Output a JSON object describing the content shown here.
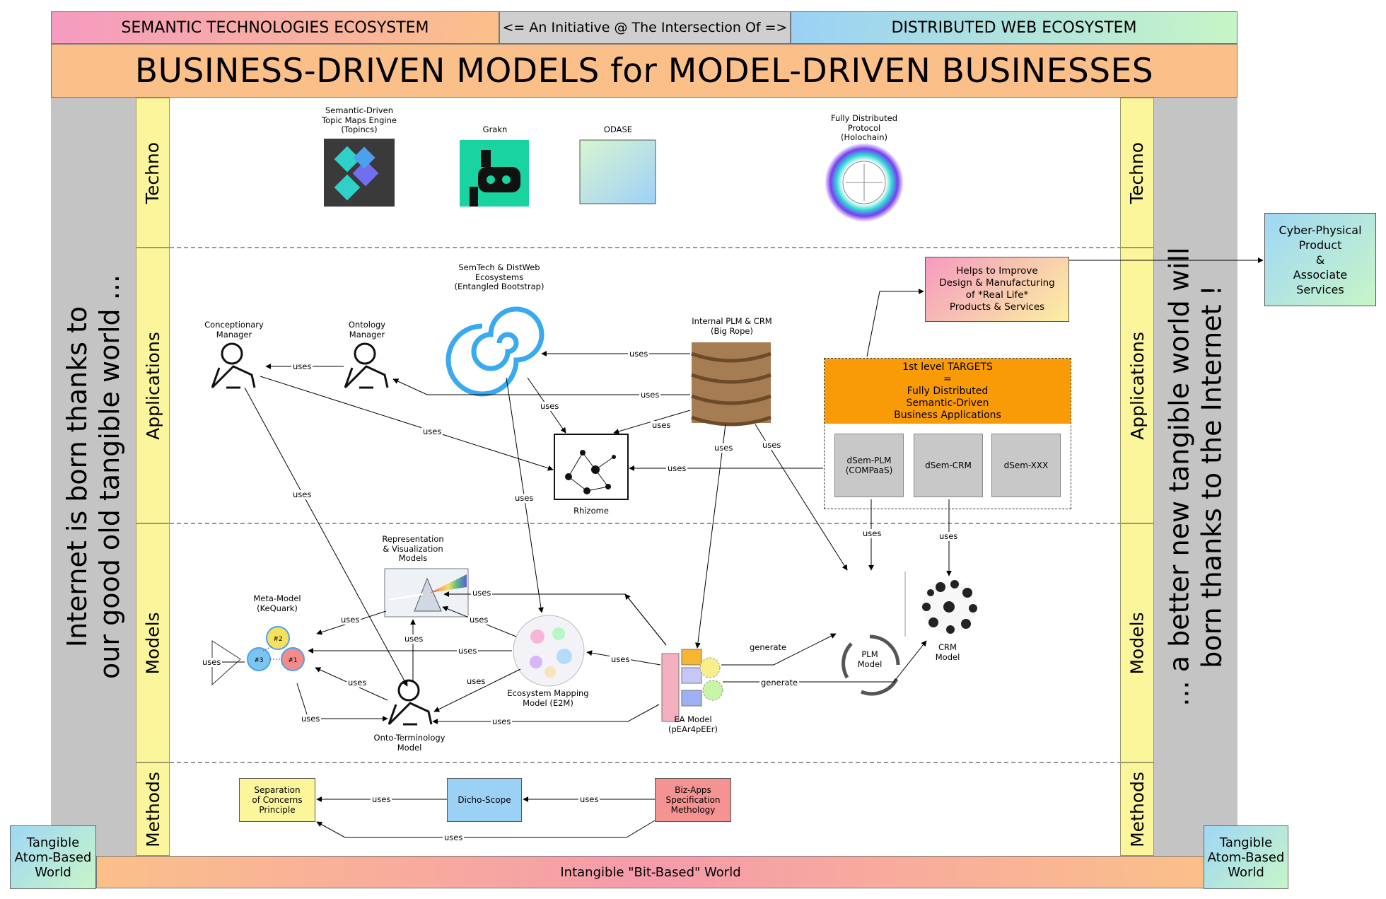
{
  "header": {
    "left": "SEMANTIC TECHNOLOGIES ECOSYSTEM",
    "middle": "<= An Initiative @ The Intersection Of =>",
    "right": "DISTRIBUTED WEB ECOSYSTEM",
    "title": "BUSINESS-DRIVEN MODELS for MODEL-DRIVEN BUSINESSES"
  },
  "sides": {
    "left": "Internet is born thanks to\nour good old tangible world ...",
    "right": "... a better new tangible world will\nborn thanks to the Internet !"
  },
  "lanes": [
    "Techno",
    "Applications",
    "Models",
    "Methods"
  ],
  "footer": {
    "bottom": "Intangible \"Bit-Based\" World",
    "left_corner": "Tangible\nAtom-Based\nWorld",
    "right_corner": "Tangible\nAtom-Based\nWorld"
  },
  "techno": {
    "topincs": "Semantic-Driven\nTopic Maps Engine\n(Topincs)",
    "grakn": "Grakn",
    "odase": "ODASE",
    "holochain": "Fully Distributed\nProtocol\n(Holochain)"
  },
  "applications": {
    "conceptionary": "Conceptionary\nManager",
    "ontology": "Ontology\nManager",
    "semtech": "SemTech & DistWeb\nEcosystems\n(Entangled Bootstrap)",
    "plm_crm": "Internal PLM & CRM\n(Big Rope)",
    "rhizome": "Rhizome",
    "helps": "Helps to Improve\nDesign & Manufacturing\nof *Real Life*\nProducts & Services",
    "targets": "1st level TARGETS\n=\nFully Distributed\nSemantic-Driven\nBusiness Applications",
    "dsem_plm": "dSem-PLM\n(COMPaaS)",
    "dsem_crm": "dSem-CRM",
    "dsem_xxx": "dSem-XXX",
    "cyber": "Cyber-Physical\nProduct\n&\nAssociate\nServices"
  },
  "models": {
    "representation": "Representation\n& Visualization\nModels",
    "meta": "Meta-Model\n(KeQuark)",
    "e2m": "Ecosystem Mapping\nModel (E2M)",
    "onto_term": "Onto-Terminology\nModel",
    "ea": "EA Model\n(pEAr4pEEr)",
    "plm": "PLM\nModel",
    "crm": "CRM\nModel",
    "meta_nodes": [
      "#2",
      "#3",
      "#1"
    ]
  },
  "methods": {
    "separation": "Separation\nof Concerns\nPrinciple",
    "dicho": "Dicho-Scope",
    "bizapps": "Biz-Apps\nSpecification\nMethology"
  },
  "edges": {
    "uses": "uses",
    "generate": "generate"
  },
  "colors": {
    "lane_yellow": "#fbf69b",
    "orange_title": "#fbc08a",
    "target_orange": "#f99b06",
    "gray_side": "#c4c4c4",
    "method_yellow": "#fbf69b",
    "method_blue": "#9ad1f5",
    "method_red": "#f59393"
  }
}
